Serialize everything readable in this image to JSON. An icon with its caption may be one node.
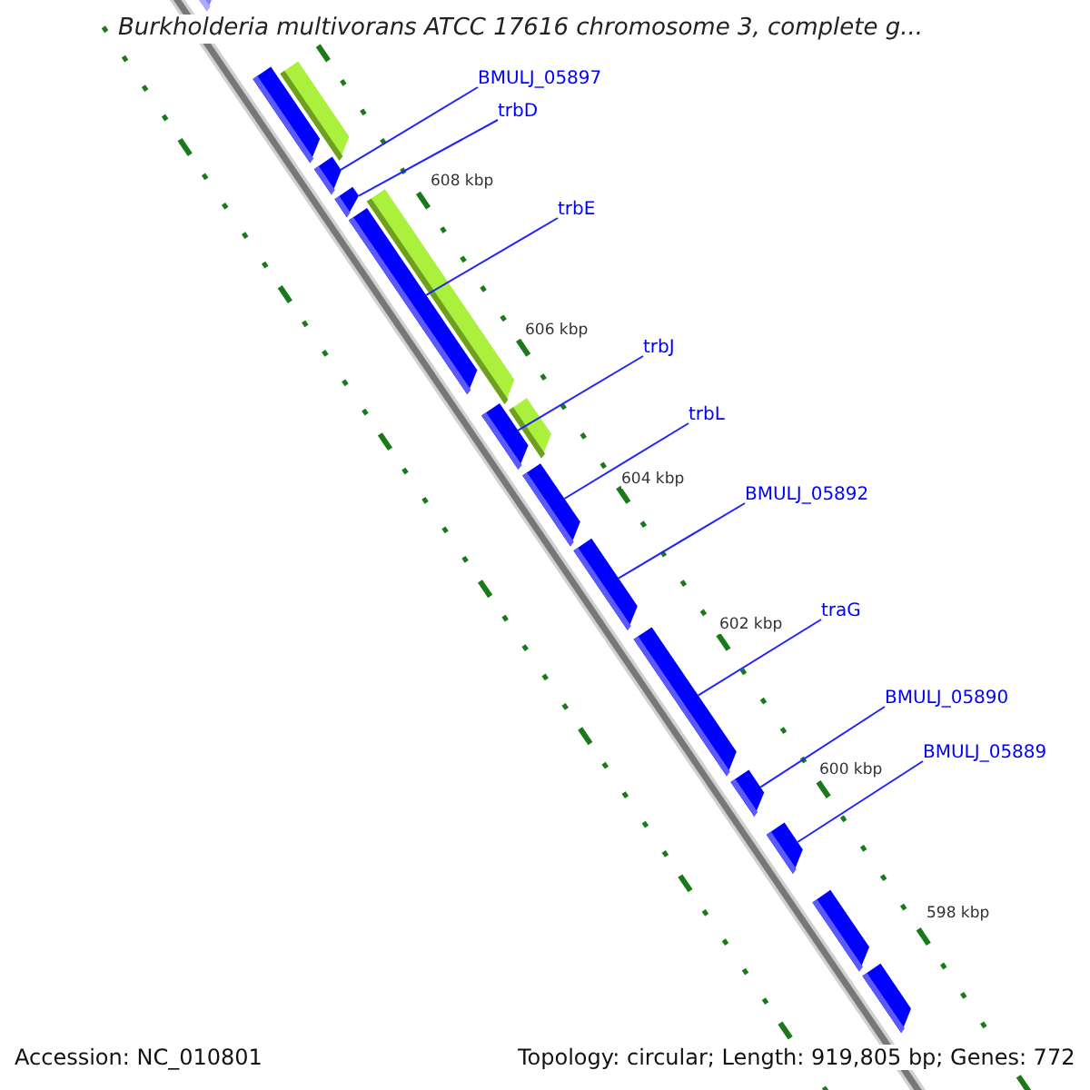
{
  "diagram": {
    "title": "Burkholderia multivorans ATCC 17616 chromosome 3, complete g...",
    "nodes": [
      {
        "text": [
          "BMULJ_05897"
        ]
      },
      {
        "text": [
          "trbD"
        ]
      },
      {
        "text": [
          "trbE"
        ]
      },
      {
        "text": [
          "trbJ"
        ]
      },
      {
        "text": [
          "trbL"
        ]
      },
      {
        "text": [
          "BMULJ_05892"
        ]
      },
      {
        "text": [
          "traG"
        ]
      },
      {
        "text": [
          "BMULJ_05890"
        ]
      },
      {
        "text": [
          "BMULJ_05889"
        ]
      },
      {
        "text": [],
        "shape": "arrow"
      },
      {
        "text": [],
        "shape": "arrow"
      },
      {
        "text": [],
        "shape": "arrow"
      },
      {
        "text": [],
        "shape": "arrow"
      },
      {
        "text": [],
        "shape": "arrow"
      },
      {
        "text": [],
        "shape": "arrow"
      },
      {
        "text": [],
        "shape": "arrow"
      },
      {
        "text": [],
        "shape": "arrow"
      },
      {
        "text": [],
        "shape": "arrow"
      },
      {
        "text": [],
        "shape": "arrow"
      },
      {
        "text": [],
        "shape": "arrow"
      },
      {
        "text": [],
        "shape": "arrow"
      },
      {
        "text": [],
        "shape": "arrow"
      },
      {
        "text": [],
        "shape": "arrow"
      },
      {
        "text": [],
        "shape": "arrow"
      },
      {
        "text": [],
        "shape": "arrow"
      }
    ],
    "edges": [
      {
        "from": 0,
        "to": 12,
        "arrow": "none"
      },
      {
        "from": 1,
        "to": 13,
        "arrow": "none"
      },
      {
        "from": 2,
        "to": 14,
        "arrow": "none"
      },
      {
        "from": 3,
        "to": 16,
        "arrow": "none"
      },
      {
        "from": 4,
        "to": 18,
        "arrow": "none"
      },
      {
        "from": 5,
        "to": 19,
        "arrow": "none"
      },
      {
        "from": 6,
        "to": 20,
        "arrow": "none"
      },
      {
        "from": 7,
        "to": 21,
        "arrow": "none"
      },
      {
        "from": 8,
        "to": 22,
        "arrow": "none"
      }
    ],
    "labels": [
      "608 kbp",
      "606 kbp",
      "604 kbp",
      "602 kbp",
      "600 kbp",
      "598 kbp",
      "Accession: NC_010801",
      "Topology: circular; Length: 919,805 bp; Genes: 772"
    ]
  }
}
